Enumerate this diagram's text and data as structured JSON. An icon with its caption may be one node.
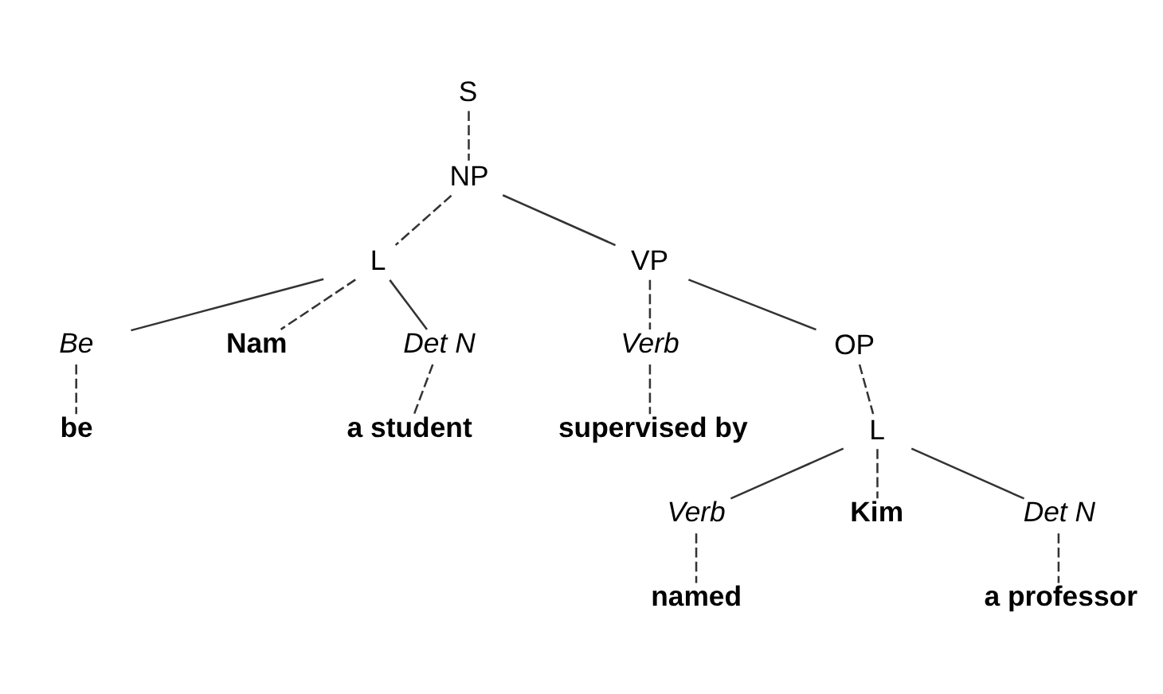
{
  "diagram": {
    "nodes": [
      {
        "text": [
          "S"
        ]
      },
      {
        "text": [
          "NP"
        ]
      },
      {
        "text": [
          "L"
        ]
      },
      {
        "text": [
          "Be"
        ]
      },
      {
        "text": [
          "Nam"
        ]
      },
      {
        "text": [
          "Det N"
        ]
      },
      {
        "text": [
          "be"
        ]
      },
      {
        "text": [
          "a student"
        ]
      },
      {
        "text": [
          "VP"
        ]
      },
      {
        "text": [
          "Verb"
        ]
      },
      {
        "text": [
          "supervised by"
        ]
      },
      {
        "text": [
          "OP"
        ]
      },
      {
        "text": [
          "L"
        ]
      },
      {
        "text": [
          "Verb"
        ]
      },
      {
        "text": [
          "Kim"
        ]
      },
      {
        "text": [
          "Det N"
        ]
      },
      {
        "text": [
          "named"
        ]
      },
      {
        "text": [
          "a professor"
        ]
      }
    ],
    "edges": [
      {
        "from": 0,
        "to": 1,
        "arrow": "none",
        "style": "dashed"
      },
      {
        "from": 1,
        "to": 2,
        "arrow": "none",
        "style": "dashed"
      },
      {
        "from": 1,
        "to": 8,
        "arrow": "none"
      },
      {
        "from": 2,
        "to": 3,
        "arrow": "none"
      },
      {
        "from": 2,
        "to": 4,
        "arrow": "none",
        "style": "dashed"
      },
      {
        "from": 2,
        "to": 5,
        "arrow": "none"
      },
      {
        "from": 3,
        "to": 6,
        "arrow": "none",
        "style": "dashed"
      },
      {
        "from": 5,
        "to": 7,
        "arrow": "none",
        "style": "dashed"
      },
      {
        "from": 8,
        "to": 9,
        "arrow": "none",
        "style": "dashed"
      },
      {
        "from": 8,
        "to": 11,
        "arrow": "none"
      },
      {
        "from": 9,
        "to": 10,
        "arrow": "none",
        "style": "dashed"
      },
      {
        "from": 11,
        "to": 12,
        "arrow": "none",
        "style": "dashed"
      },
      {
        "from": 12,
        "to": 13,
        "arrow": "none"
      },
      {
        "from": 12,
        "to": 14,
        "arrow": "none",
        "style": "dashed"
      },
      {
        "from": 12,
        "to": 15,
        "arrow": "none"
      },
      {
        "from": 13,
        "to": 16,
        "arrow": "none",
        "style": "dashed"
      },
      {
        "from": 15,
        "to": 17,
        "arrow": "none",
        "style": "dashed"
      }
    ]
  }
}
